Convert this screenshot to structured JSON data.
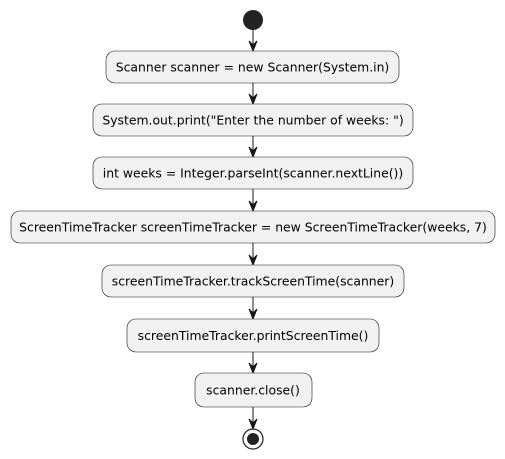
{
  "diagram": {
    "type": "activity",
    "colors": {
      "node_fill": "#f1f1f1",
      "node_stroke": "#181818",
      "edge": "#181818",
      "start": "#222222",
      "end": "#222222"
    },
    "nodes": [
      {
        "id": "start",
        "kind": "start"
      },
      {
        "id": "n1",
        "kind": "action",
        "label": "Scanner scanner = new Scanner(System.in)"
      },
      {
        "id": "n2",
        "kind": "action",
        "label": "System.out.print(\"Enter the number of weeks: \")"
      },
      {
        "id": "n3",
        "kind": "action",
        "label": "int weeks = Integer.parseInt(scanner.nextLine())"
      },
      {
        "id": "n4",
        "kind": "action",
        "label": "ScreenTimeTracker screenTimeTracker = new ScreenTimeTracker(weeks, 7)"
      },
      {
        "id": "n5",
        "kind": "action",
        "label": "screenTimeTracker.trackScreenTime(scanner)"
      },
      {
        "id": "n6",
        "kind": "action",
        "label": "screenTimeTracker.printScreenTime()"
      },
      {
        "id": "n7",
        "kind": "action",
        "label": "scanner.close()"
      },
      {
        "id": "end",
        "kind": "end"
      }
    ],
    "edges": [
      {
        "from": "start",
        "to": "n1"
      },
      {
        "from": "n1",
        "to": "n2"
      },
      {
        "from": "n2",
        "to": "n3"
      },
      {
        "from": "n3",
        "to": "n4"
      },
      {
        "from": "n4",
        "to": "n5"
      },
      {
        "from": "n5",
        "to": "n6"
      },
      {
        "from": "n6",
        "to": "n7"
      },
      {
        "from": "n7",
        "to": "end"
      }
    ]
  }
}
